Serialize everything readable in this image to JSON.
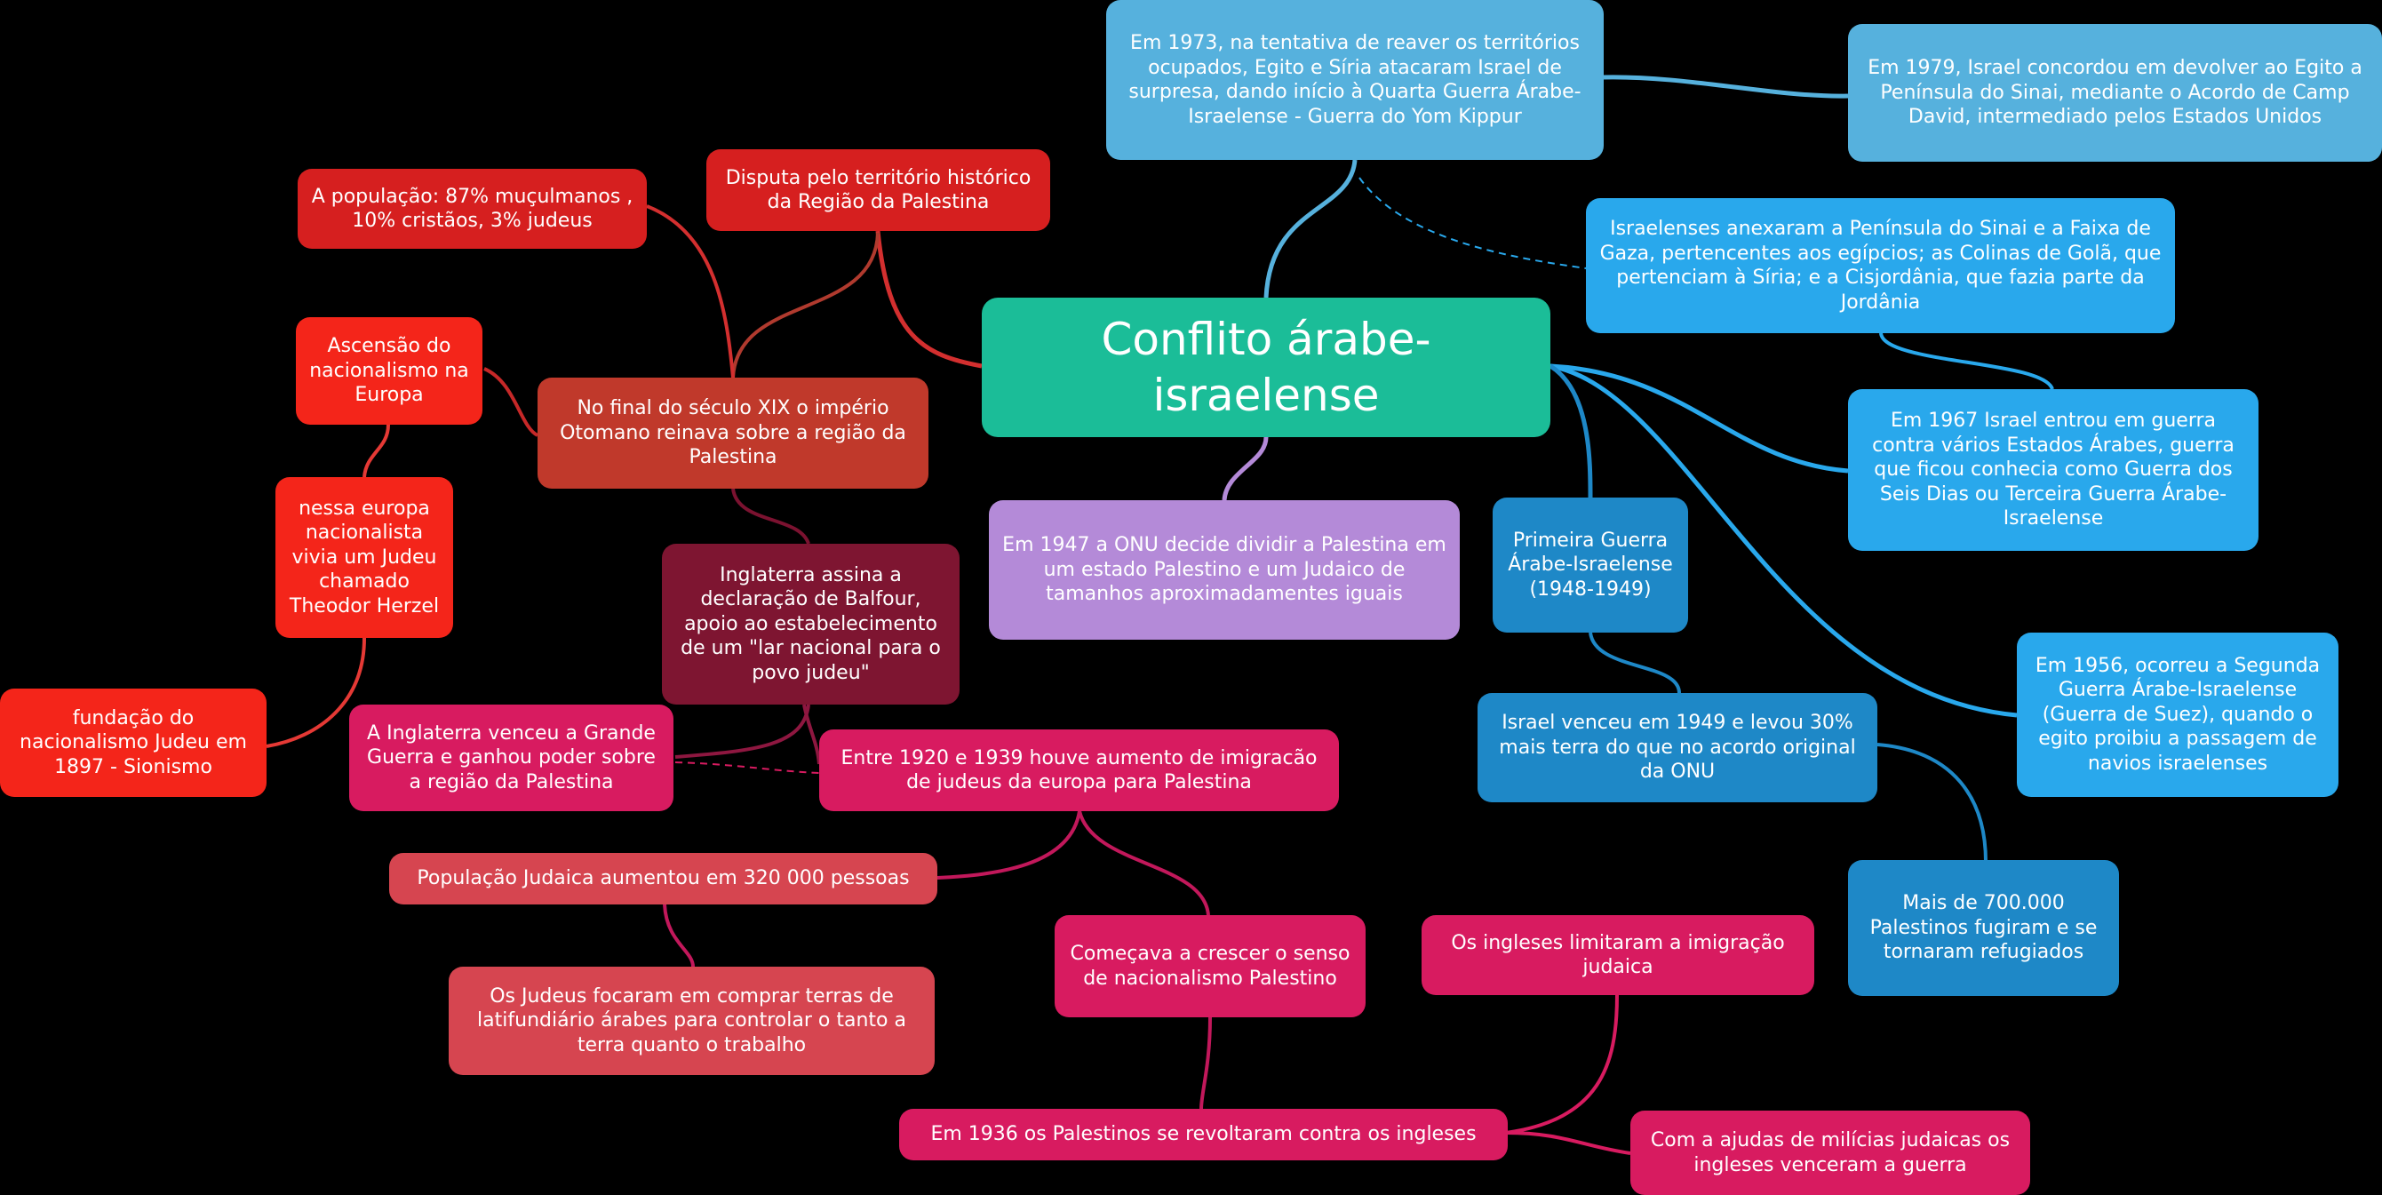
{
  "colors": {
    "background": "#000000",
    "central": "#1bbd98",
    "red": "#e1251b",
    "brick": "#c0392b",
    "crimson": "#d81b60",
    "maroon": "#880e4f",
    "rose": "#d64550",
    "lavender": "#b48ad8",
    "sky": "#56b1dd",
    "azure": "#29a8ec",
    "steel": "#1e88c7"
  },
  "central": {
    "label": "Conflito árabe-israelense"
  },
  "nodes": {
    "disputa": "Disputa pelo território histórico da Região da Palestina",
    "populacao": "A população: 87% muçulmanos , 10% cristãos, 3% judeus",
    "otomano": "No final do século XIX o império Otomano reinava sobre a região da Palestina",
    "ascensao": "Ascensão do nacionalismo na Europa",
    "herzel": "nessa europa nacionalista vivia um Judeu chamado Theodor Herzel",
    "sionismo": "fundação do nacionalismo Judeu em 1897 - Sionismo",
    "balfour": "Inglaterra assina a declaração de Balfour, apoio ao estabelecimento de um \"lar nacional para o povo judeu\"",
    "inglaterra_venceu": "A Inglaterra venceu a Grande Guerra e ganhou poder sobre a região da Palestina",
    "imigracao": "Entre 1920 e 1939 houve aumento de imigracão de judeus da europa para Palestina",
    "pop_judaica": "População Judaica aumentou em 320 000 pessoas",
    "terras": "Os Judeus focaram em comprar terras de latifundiário árabes para controlar o tanto a terra quanto o trabalho",
    "nacionalismo_pal": "Começava a crescer o senso de nacionalismo Palestino",
    "revolta": "Em 1936 os Palestinos se revoltaram contra os ingleses",
    "limitaram": "Os ingleses limitaram a imigração judaica",
    "milicias": "Com a ajudas de milícias judaicas os ingleses venceram a guerra",
    "onu1947": "Em 1947 a ONU decide dividir a Palestina em um estado Palestino e um Judaico de tamanhos aproximadamentes iguais",
    "yom_kippur": "Em 1973, na tentativa de reaver os territórios ocupados, Egito e Síria atacaram Israel de surpresa, dando início à Quarta Guerra Árabe-Israelense - Guerra do Yom Kippur",
    "camp_david": "Em 1979, Israel concordou em devolver ao Egito a Península do Sinai, mediante o Acordo de Camp David, intermediado pelos Estados Unidos",
    "anexaram": "Israelenses anexaram a Península do Sinai e a Faixa de Gaza, pertencentes aos egípcios; as Colinas de Golã, que pertenciam à Síria; e a Cisjordânia, que fazia parte da Jordânia",
    "seis_dias": "Em 1967 Israel entrou em guerra contra vários Estados Árabes, guerra que ficou conhecia como Guerra dos Seis Dias ou Terceira Guerra Árabe-Israelense",
    "primeira_guerra": "Primeira Guerra Árabe-Israelense (1948-1949)",
    "venceu1949": "Israel venceu em 1949 e levou 30% mais terra do que no acordo original da ONU",
    "suez": "Em 1956, ocorreu a Segunda Guerra Árabe-Israelense (Guerra de Suez), quando o egito proibiu a passagem de navios israelenses",
    "refugiados": "Mais de 700.000 Palestinos fugiram e se tornaram refugiados"
  }
}
